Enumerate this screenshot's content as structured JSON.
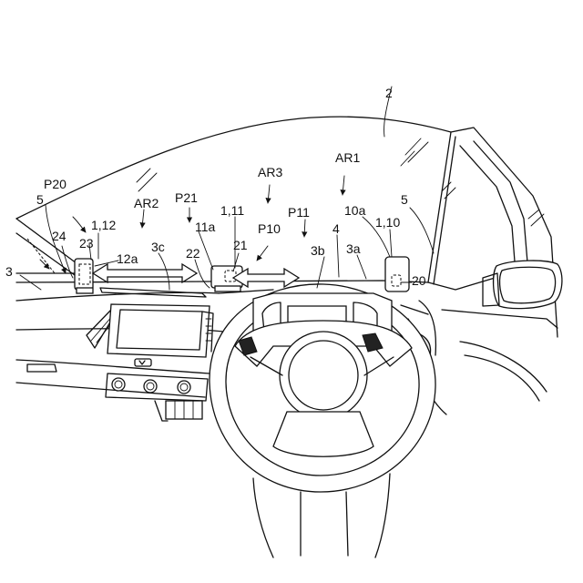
{
  "labels": {
    "windshield": "2",
    "dashboard": "3",
    "dash_right": "3a",
    "dash_center": "3b",
    "dash_left": "3c",
    "steering": "4",
    "pillar_left": "5",
    "pillar_right": "5",
    "device_1_10": "1,10",
    "device_1_11": "1,11",
    "device_1_12": "1,12",
    "part_10a": "10a",
    "part_11a": "11a",
    "part_12a": "12a",
    "part_20": "20",
    "part_21": "21",
    "part_22": "22",
    "part_23": "23",
    "part_24": "24",
    "area_ar1": "AR1",
    "area_ar2": "AR2",
    "area_ar3": "AR3",
    "pos_p10": "P10",
    "pos_p11": "P11",
    "pos_p20": "P20",
    "pos_p21": "P21"
  }
}
